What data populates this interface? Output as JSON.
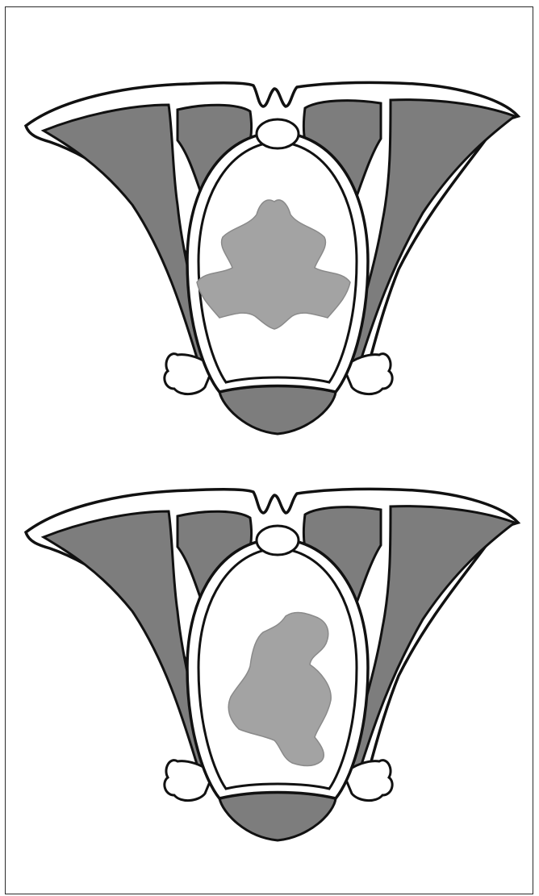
{
  "colors": {
    "background": "#ffffff",
    "outline": "#111111",
    "muscle_dark": "#7d7d7d",
    "bone_white": "#ffffff",
    "lesion_gray": "#a3a3a3"
  },
  "figures": [
    {
      "id": "top",
      "lesion_shape": "symmetric-butterfly",
      "lesion_fill": "#a3a3a3"
    },
    {
      "id": "bottom",
      "lesion_shape": "irregular-asymmetric",
      "lesion_fill": "#a3a3a3"
    }
  ]
}
